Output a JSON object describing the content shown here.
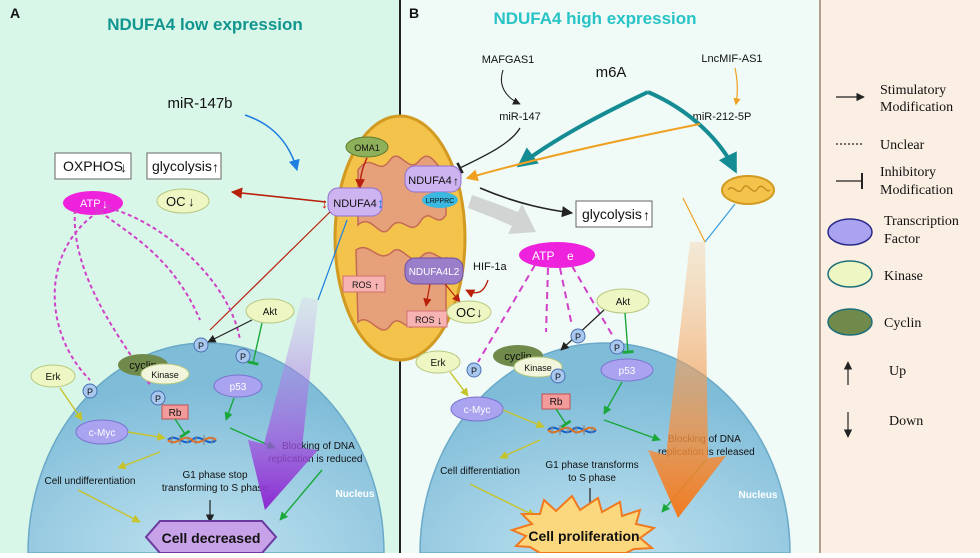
{
  "panels": {
    "a": {
      "letter": "A",
      "title": "NDUFA4 low expression",
      "mirna": "miR-147b",
      "oxphos": "OXPHOS",
      "glycolysis": "glycolysis",
      "atp": "ATP",
      "oc": "OC",
      "oma1": "OMA1",
      "ndufa4": "NDUFA4",
      "ros": "ROS",
      "akt": "Akt",
      "erk": "Erk",
      "p": "P",
      "cyclin": "cyclin",
      "kinase": "Kinase",
      "p53": "p53",
      "rb": "Rb",
      "cmyc": "c-Myc",
      "blocking_1": "Blocking of DNA",
      "blocking_2": "replication is reduced",
      "g1_1": "G1 phase stop",
      "g1_2": "transforming to S phase",
      "undiff": "Cell undifferentiation",
      "nucleus": "Nucleus",
      "outcome": "Cell decreased"
    },
    "b": {
      "letter": "B",
      "title": "NDUFA4 high expression",
      "mafgas1": "MAFGAS1",
      "m6a": "m6A",
      "lncmif": "LncMIF-AS1",
      "mir147": "miR-147",
      "mir212": "miR-212-5P",
      "ndufa4": "NDUFA4",
      "lrpprc": "LRPPRC",
      "ndufa4l2": "NDUFA4L2",
      "hif1a": "HIF-1a",
      "ros": "ROS",
      "oc": "OC",
      "glycolysis": "glycolysis",
      "atp": "ATP",
      "e": "e",
      "akt": "Akt",
      "erk": "Erk",
      "p": "P",
      "cyclin": "cyclin",
      "kinase": "Kinase",
      "p53": "p53",
      "rb": "Rb",
      "cmyc": "c-Myc",
      "blocking_1": "Blocking of DNA",
      "blocking_2": "replication is released",
      "g1_1": "G1 phase transforms",
      "g1_2": "to S phase",
      "diff": "Cell differentiation",
      "nucleus": "Nucleus",
      "outcome": "Cell proliferation"
    }
  },
  "legend": {
    "stim_1": "Stimulatory",
    "stim_2": "Modification",
    "unclear": "Unclear",
    "inhib_1": "Inhibitory",
    "inhib_2": "Modification",
    "tf_1": "Transcription",
    "tf_2": "Factor",
    "kinase": "Kinase",
    "cyclin": "Cyclin",
    "up": "Up",
    "down": "Down"
  },
  "colors": {
    "panel_a_bg": "#d9f7e8",
    "panel_b_bg": "#f0faf6",
    "legend_bg": "#fbeee3",
    "title_a": "#11958f",
    "title_b": "#27c3c6",
    "nucleus": "#8cc6e0",
    "mitochondrion": "#f3c34c",
    "atp": "#ee22dd",
    "transcription_factor": "#a9a3f0",
    "kinase": "#eef6c4",
    "cyclin": "#6f8a4a",
    "rb": "#f39b9b"
  }
}
